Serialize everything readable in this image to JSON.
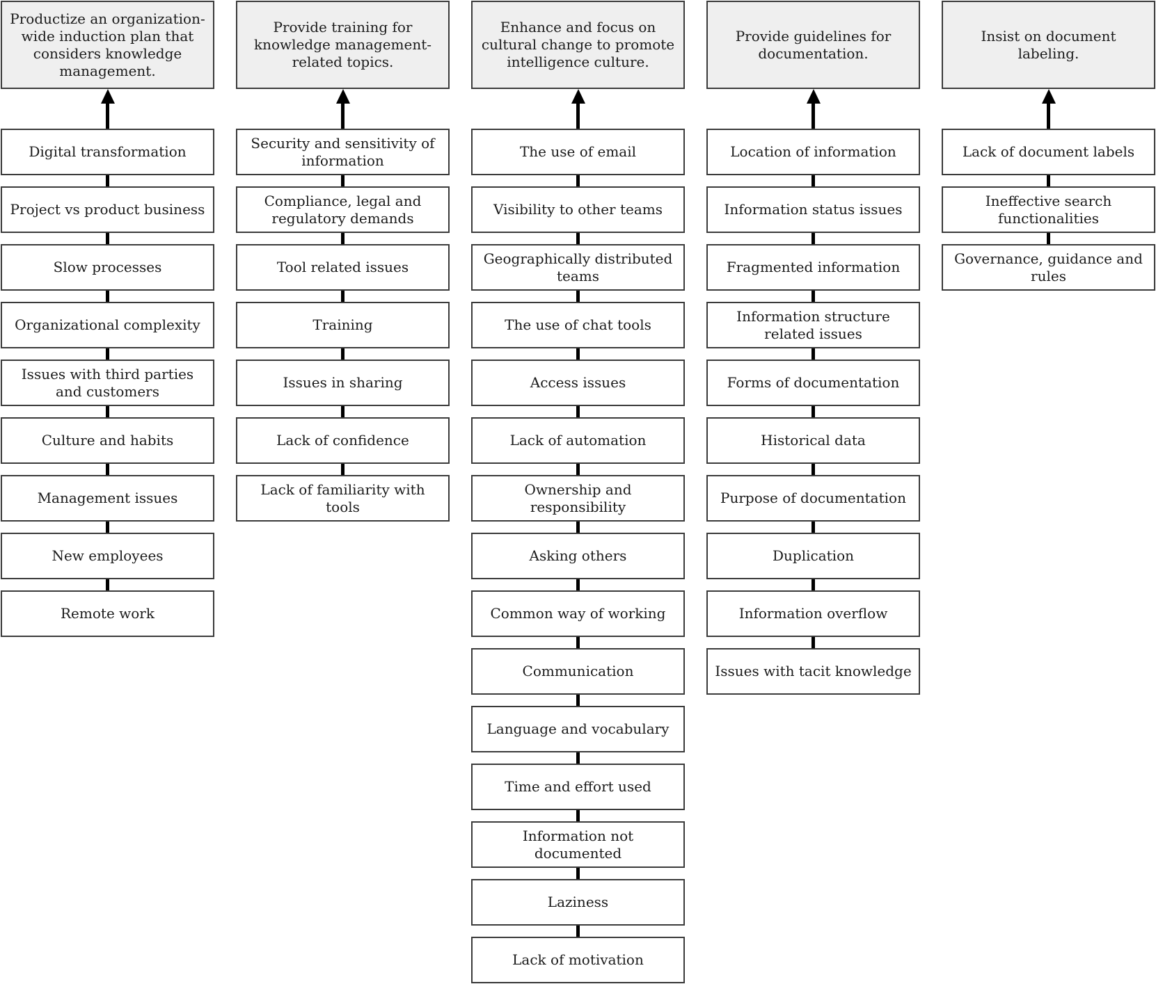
{
  "diagram": {
    "colors": {
      "box_border": "#3a3a3a",
      "arrow_and_connector": "#000000",
      "recommendation_fill": "#efefef",
      "issue_fill": "#ffffff",
      "text": "#1a1a1a",
      "background": "#ffffff"
    },
    "columns": [
      {
        "recommendation": "Productize an organization-wide induction plan that considers knowledge management.",
        "issues": [
          "Digital transformation",
          "Project vs product business",
          "Slow processes",
          "Organizational complexity",
          "Issues with third parties and customers",
          "Culture and habits",
          "Management issues",
          "New employees",
          "Remote work"
        ]
      },
      {
        "recommendation": "Provide training for knowledge management-related topics.",
        "issues": [
          "Security and sensitivity of information",
          "Compliance, legal and regulatory demands",
          "Tool related issues",
          "Training",
          "Issues in sharing",
          "Lack of confidence",
          "Lack of familiarity with tools"
        ]
      },
      {
        "recommendation": "Enhance and focus on cultural change to promote intelligence culture.",
        "issues": [
          "The use of email",
          "Visibility to other teams",
          "Geographically distributed teams",
          "The use of chat tools",
          "Access issues",
          "Lack of automation",
          "Ownership and responsibility",
          "Asking others",
          "Common way of working",
          "Communication",
          "Language and vocabulary",
          "Time and effort used",
          "Information not documented",
          "Laziness",
          "Lack of motivation"
        ]
      },
      {
        "recommendation": "Provide guidelines for documentation.",
        "issues": [
          "Location of information",
          "Information status issues",
          "Fragmented information",
          "Information structure related issues",
          "Forms of documentation",
          "Historical data",
          "Purpose of documentation",
          "Duplication",
          "Information overflow",
          "Issues with tacit knowledge"
        ]
      },
      {
        "recommendation": "Insist on document labeling.",
        "issues": [
          "Lack of document labels",
          "Ineffective search functionalities",
          "Governance, guidance and rules"
        ]
      }
    ]
  }
}
